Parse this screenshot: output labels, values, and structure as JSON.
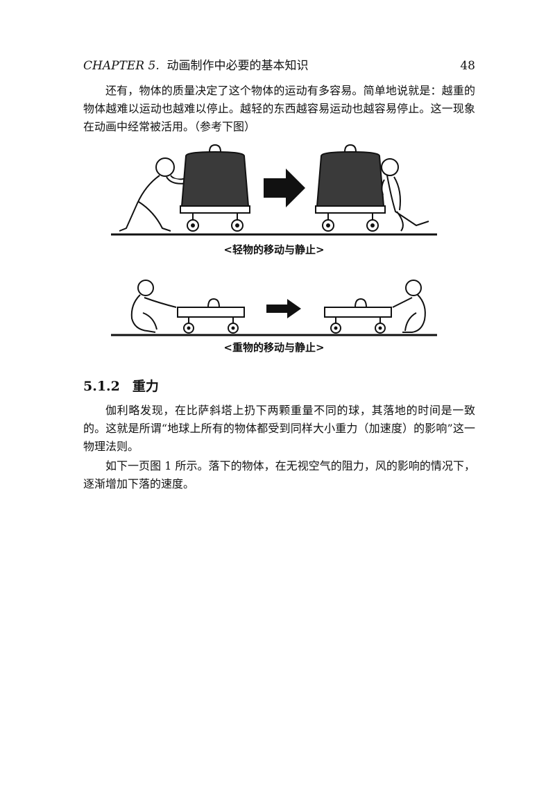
{
  "header": {
    "chapter_label": "CHAPTER 5.",
    "chapter_title": "动画制作中必要的基本知识",
    "page_number": "48"
  },
  "paragraphs": {
    "p1": "还有，物体的质量决定了这个物体的运动有多容易。简单地说就是：越重的物体越难以运动也越难以停止。越轻的东西越容易运动也越容易停止。这一现象在动画中经常被活用。（参考下图）",
    "p2": "伽利略发现，在比萨斜塔上扔下两颗重量不同的球，其落地的时间是一致的。这就是所谓“地球上所有的物体都受到同样大小重力（加速度）的影响”这一物理法则。",
    "p3": "如下一页图 1 所示。落下的物体，在无视空气的阻力，风的影响的情况下，逐渐增加下落的速度。"
  },
  "figures": {
    "light": {
      "caption": "<轻物的移动与静止>"
    },
    "heavy": {
      "caption": "<重物的移动与静止>"
    }
  },
  "section": {
    "number": "5.1.2",
    "title": "重力"
  },
  "colors": {
    "text": "#111111",
    "weight_fill": "#3a3a3a",
    "arrow": "#111111"
  }
}
